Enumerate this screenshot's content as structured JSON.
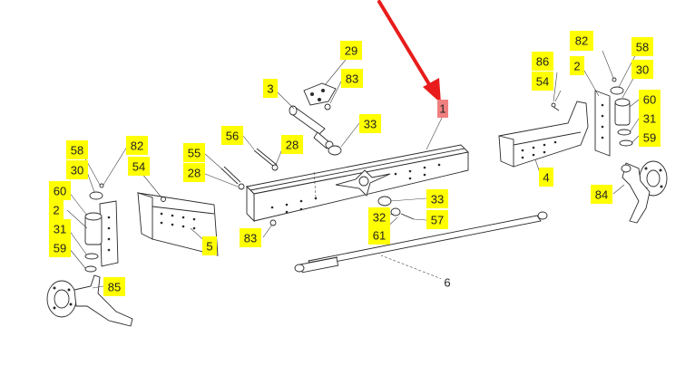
{
  "colors": {
    "callout_fill": "#ffff00",
    "highlight_fill": "#f08080",
    "outline_green": "#22aa22",
    "arrow_red": "#e81c1c"
  },
  "callouts": [
    {
      "id": "c-29",
      "label": "29",
      "style": "yellow"
    },
    {
      "id": "c-83a",
      "label": "83",
      "style": "yellow"
    },
    {
      "id": "c-3",
      "label": "3",
      "style": "yellow"
    },
    {
      "id": "c-33a",
      "label": "33",
      "style": "yellow"
    },
    {
      "id": "c-56",
      "label": "56",
      "style": "yellow"
    },
    {
      "id": "c-28a",
      "label": "28",
      "style": "yellow"
    },
    {
      "id": "c-55",
      "label": "55",
      "style": "yellow"
    },
    {
      "id": "c-28b",
      "label": "28",
      "style": "yellow"
    },
    {
      "id": "c-58a",
      "label": "58",
      "style": "yellow"
    },
    {
      "id": "c-82a",
      "label": "82",
      "style": "yellow"
    },
    {
      "id": "c-30a",
      "label": "30",
      "style": "yellow"
    },
    {
      "id": "c-54a",
      "label": "54",
      "style": "yellow"
    },
    {
      "id": "c-60a",
      "label": "60",
      "style": "yellow"
    },
    {
      "id": "c-2a",
      "label": "2",
      "style": "yellow"
    },
    {
      "id": "c-31a",
      "label": "31",
      "style": "yellow"
    },
    {
      "id": "c-59a",
      "label": "59",
      "style": "yellow"
    },
    {
      "id": "c-5",
      "label": "5",
      "style": "yellow"
    },
    {
      "id": "c-85",
      "label": "85",
      "style": "yellow"
    },
    {
      "id": "c-83b",
      "label": "83",
      "style": "yellow"
    },
    {
      "id": "c-1",
      "label": "1",
      "style": "highlight"
    },
    {
      "id": "c-33b",
      "label": "33",
      "style": "yellow"
    },
    {
      "id": "c-32",
      "label": "32",
      "style": "yellow"
    },
    {
      "id": "c-57",
      "label": "57",
      "style": "yellow"
    },
    {
      "id": "c-61",
      "label": "61",
      "style": "yellow"
    },
    {
      "id": "c-6",
      "label": "6",
      "style": "outline"
    },
    {
      "id": "c-82b",
      "label": "82",
      "style": "yellow"
    },
    {
      "id": "c-58b",
      "label": "58",
      "style": "yellow"
    },
    {
      "id": "c-86",
      "label": "86",
      "style": "yellow"
    },
    {
      "id": "c-2b",
      "label": "2",
      "style": "yellow"
    },
    {
      "id": "c-30b",
      "label": "30",
      "style": "yellow"
    },
    {
      "id": "c-54b",
      "label": "54",
      "style": "yellow"
    },
    {
      "id": "c-60b",
      "label": "60",
      "style": "yellow"
    },
    {
      "id": "c-31b",
      "label": "31",
      "style": "yellow"
    },
    {
      "id": "c-59b",
      "label": "59",
      "style": "yellow"
    },
    {
      "id": "c-4",
      "label": "4",
      "style": "yellow"
    },
    {
      "id": "c-84",
      "label": "84",
      "style": "yellow"
    }
  ]
}
